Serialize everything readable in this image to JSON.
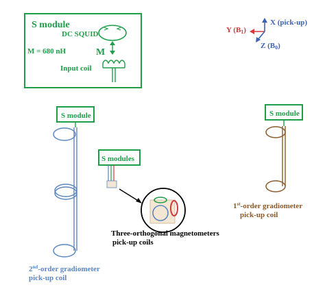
{
  "colors": {
    "green": "#1f9e4a",
    "blue": "#5b86c2",
    "brown": "#8a5a2b",
    "red": "#d23a3a",
    "axis_blue": "#3a62b5",
    "black": "#000000"
  },
  "smodule_box": {
    "title": "S module",
    "squid_label": "DC SQUID",
    "mutual_label": "M = 680 nH",
    "m_symbol": "M",
    "input_coil_label": "Input coil"
  },
  "axes": {
    "y_label": "Y (B",
    "y_sub": "1",
    "x_label": "X (pick-up)",
    "z_label": "Z (B",
    "z_sub": "0"
  },
  "left_device": {
    "module_label": "S module",
    "caption_line1_prefix": "2",
    "caption_line1_sup": "nd",
    "caption_line1_rest": "-order gradiometer",
    "caption_line2": "pick-up coil"
  },
  "middle_device": {
    "module_label": "S modules",
    "caption_line1": "Three-orthogonal magnetometers",
    "caption_line2": "pick-up coils"
  },
  "right_device": {
    "module_label": "S module",
    "caption_line1_prefix": "1",
    "caption_line1_sup": "st",
    "caption_line1_rest": "-order gradiometer",
    "caption_line2": "pick-up coil"
  }
}
